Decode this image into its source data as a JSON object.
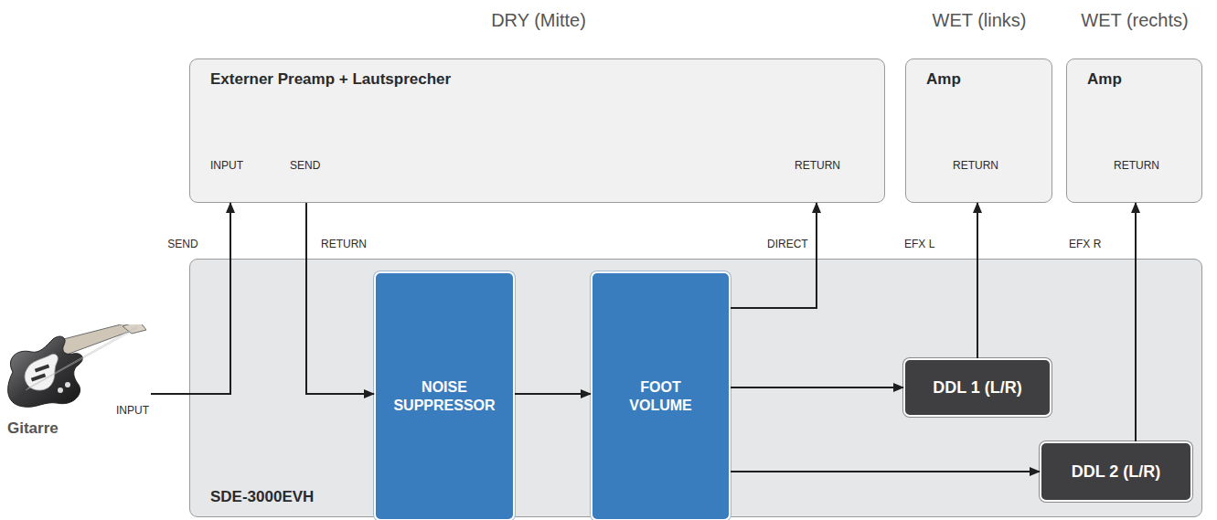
{
  "diagram": {
    "nodes": [
      {
        "text": [
          "DRY (Mitte)",
          "Externer Preamp + Lautsprecher",
          "INPUT",
          "SEND",
          "RETURN"
        ]
      },
      {
        "text": [
          "WET (links)",
          "Amp",
          "RETURN"
        ]
      },
      {
        "text": [
          "WET (rechts)",
          "Amp",
          "RETURN"
        ]
      },
      {
        "text": [
          "Gitarre"
        ]
      },
      {
        "text": [
          "SDE-3000EVH",
          "SEND",
          "RETURN",
          "DIRECT",
          "EFX L",
          "EFX R",
          "INPUT"
        ]
      },
      {
        "text": [
          "NOISE SUPPRESSOR"
        ],
        "in": 4
      },
      {
        "text": [
          "FOOT VOLUME"
        ],
        "in": 4
      },
      {
        "text": [
          "DDL 1 (L/R)"
        ],
        "in": 4
      },
      {
        "text": [
          "DDL 2 (L/R)"
        ],
        "in": 4
      }
    ],
    "edges": [
      {
        "from": 3,
        "to": 0,
        "arrow": "to"
      },
      {
        "from": 0,
        "to": 5,
        "arrow": "to"
      },
      {
        "from": 5,
        "to": 6,
        "arrow": "to"
      },
      {
        "from": 6,
        "to": 0,
        "arrow": "to"
      },
      {
        "from": 6,
        "to": 7,
        "arrow": "to"
      },
      {
        "from": 6,
        "to": 8,
        "arrow": "to"
      },
      {
        "from": 7,
        "to": 1,
        "arrow": "to"
      },
      {
        "from": 8,
        "to": 2,
        "arrow": "to"
      }
    ]
  }
}
